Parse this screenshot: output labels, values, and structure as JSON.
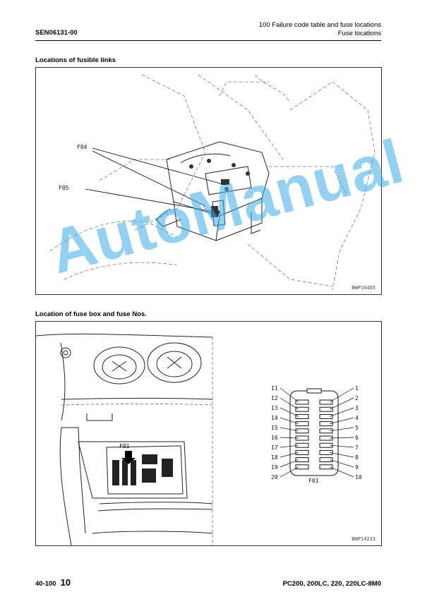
{
  "header": {
    "section_title": "100 Failure code table and fuse locations",
    "subsection": "Fuse locations",
    "doc_code": "SEN06131-00"
  },
  "section1": {
    "title": "Locations of fusible links",
    "labels": [
      "F04",
      "F05"
    ],
    "caption": "BWP16465"
  },
  "section2": {
    "title": "Location of fuse box and fuse Nos.",
    "left_label": "F01",
    "fuse_box_label": "F01",
    "caption": "BWP14233",
    "left_numbers": [
      "11",
      "12",
      "13",
      "14",
      "15",
      "16",
      "17",
      "18",
      "19",
      "20"
    ],
    "right_numbers": [
      "1",
      "2",
      "3",
      "4",
      "5",
      "6",
      "7",
      "8",
      "9",
      "10"
    ]
  },
  "watermark": "AutoManual",
  "footer": {
    "page_prefix": "40-100",
    "page_number": "10",
    "models": "PC200, 200LC, 220, 220LC-8M0"
  }
}
